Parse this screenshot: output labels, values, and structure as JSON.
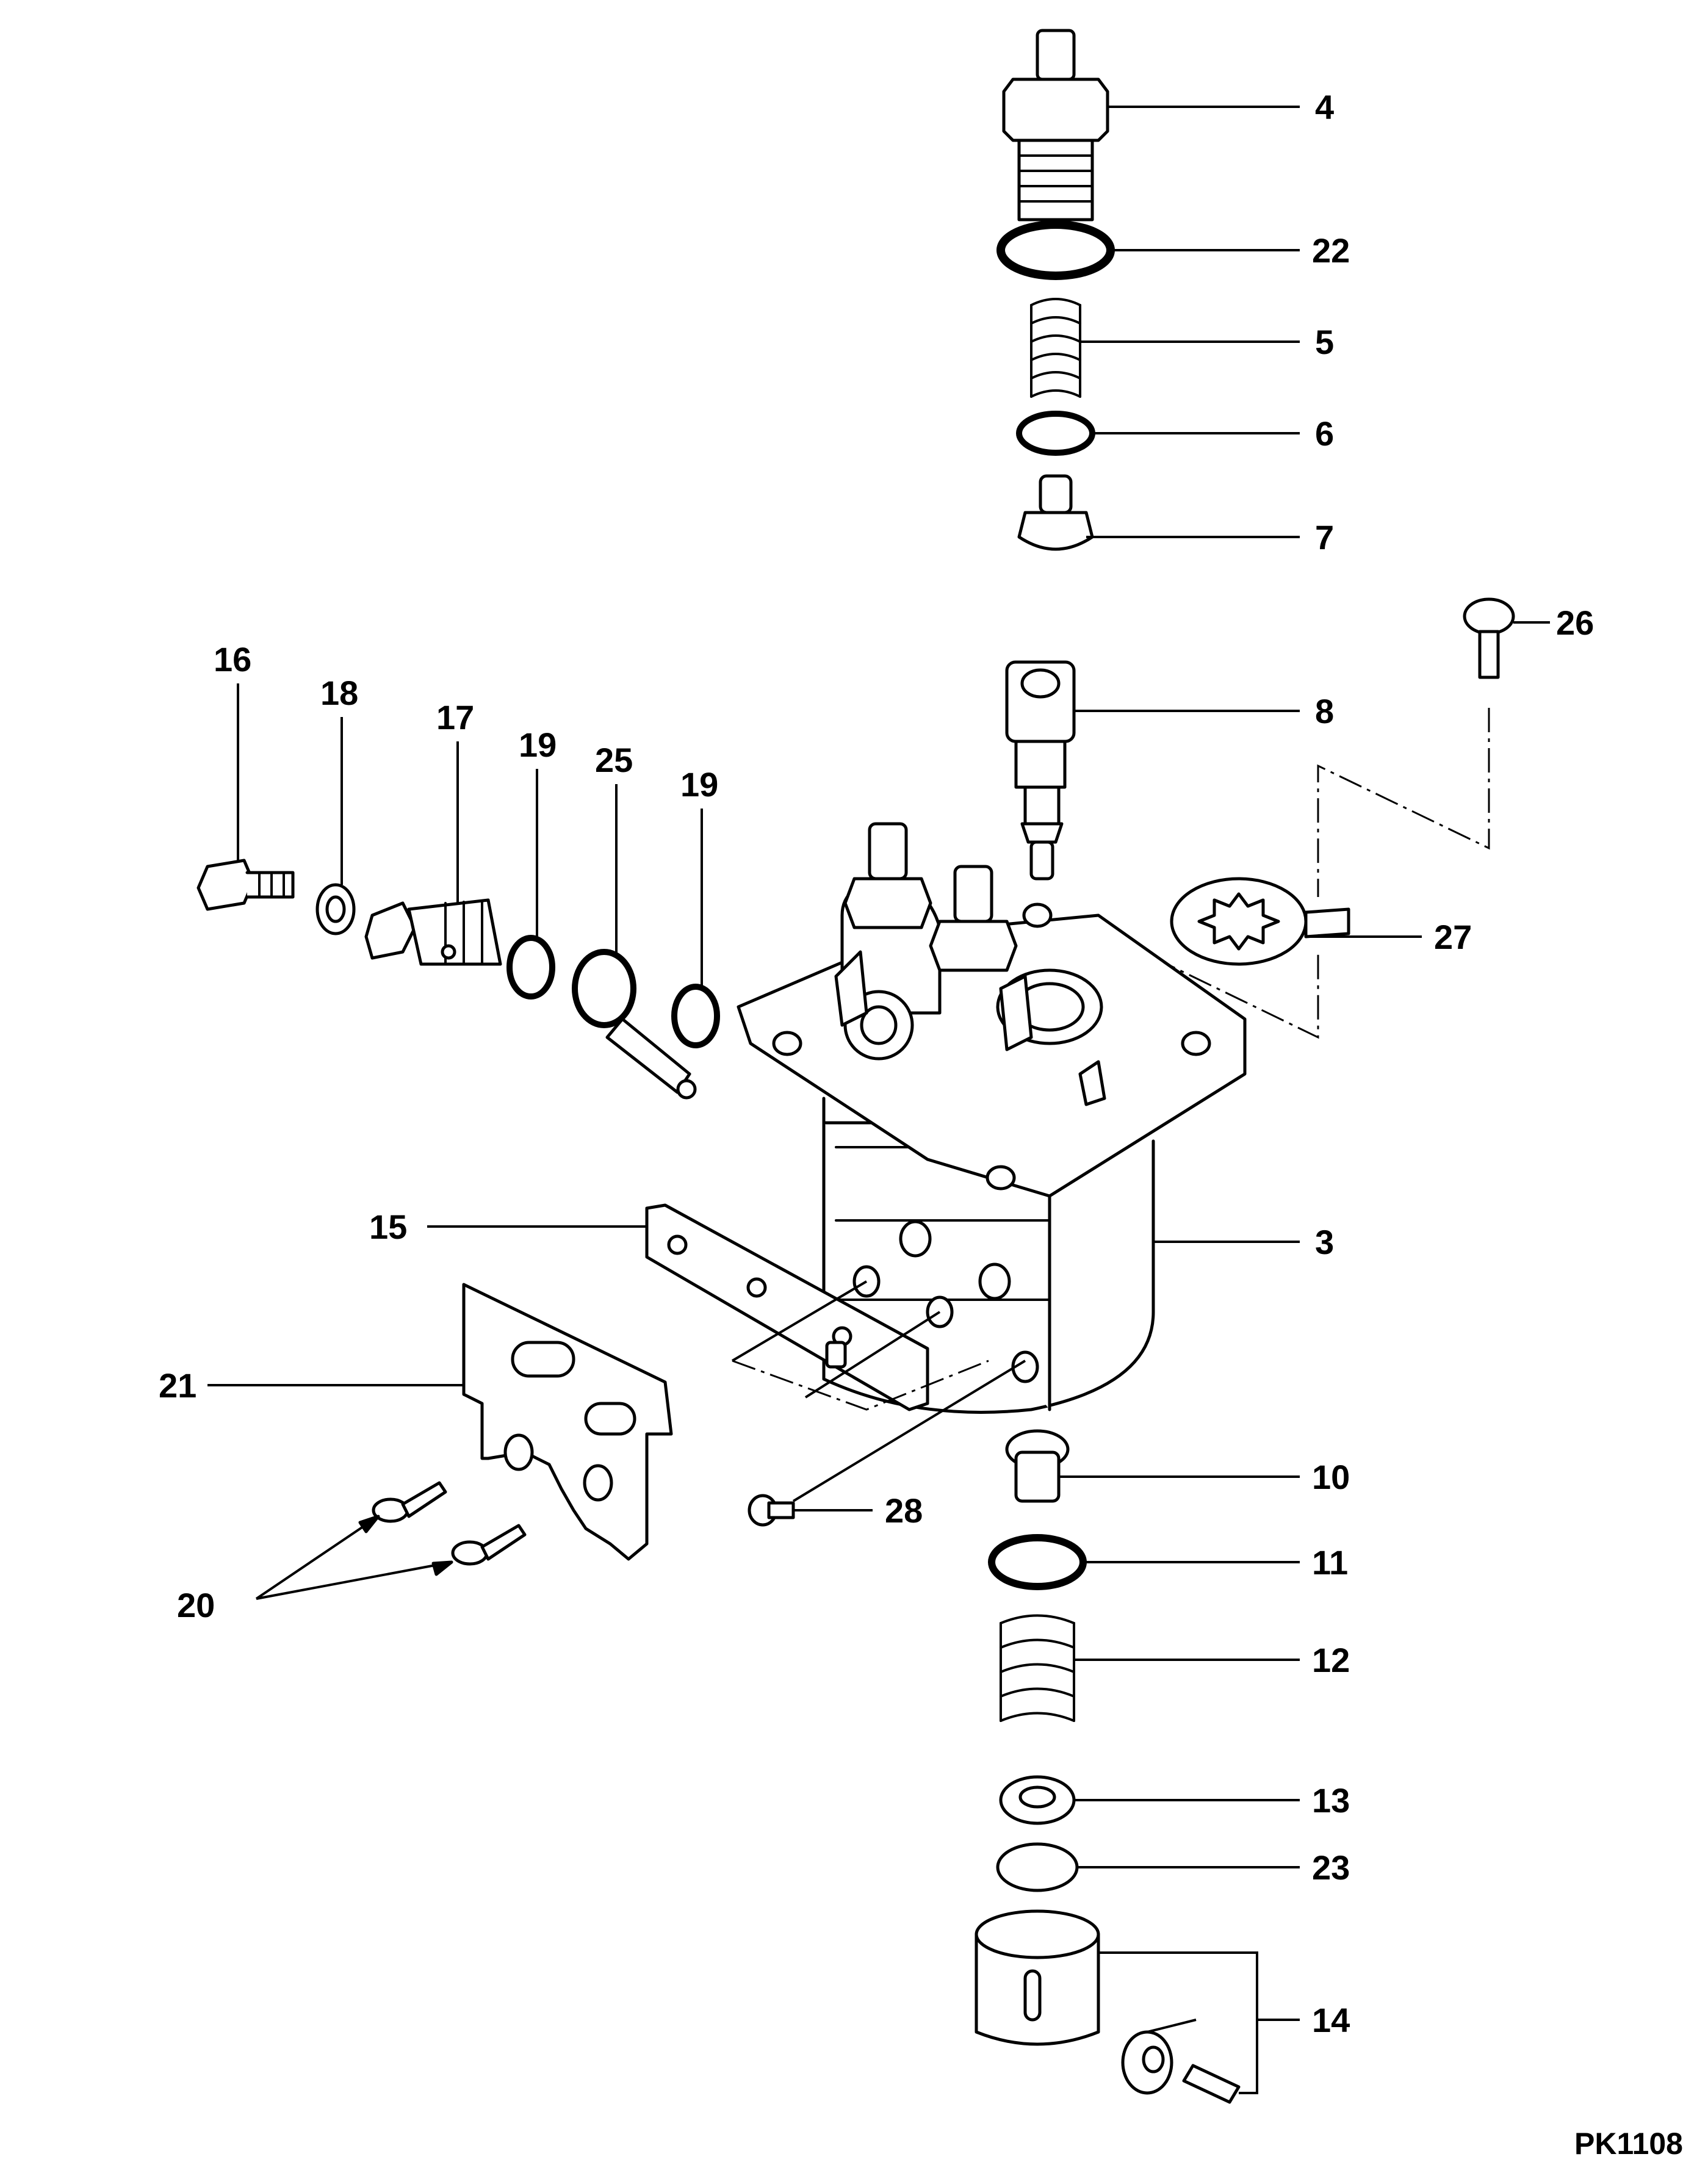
{
  "callouts": {
    "c3": "3",
    "c4": "4",
    "c5": "5",
    "c6": "6",
    "c7": "7",
    "c8": "8",
    "c10": "10",
    "c11": "11",
    "c12": "12",
    "c13": "13",
    "c14": "14",
    "c15": "15",
    "c16": "16",
    "c17": "17",
    "c18": "18",
    "c19a": "19",
    "c19b": "19",
    "c20": "20",
    "c21": "21",
    "c22": "22",
    "c23": "23",
    "c25": "25",
    "c26": "26",
    "c27": "27",
    "c28": "28"
  },
  "drawing_code": "PK1108"
}
